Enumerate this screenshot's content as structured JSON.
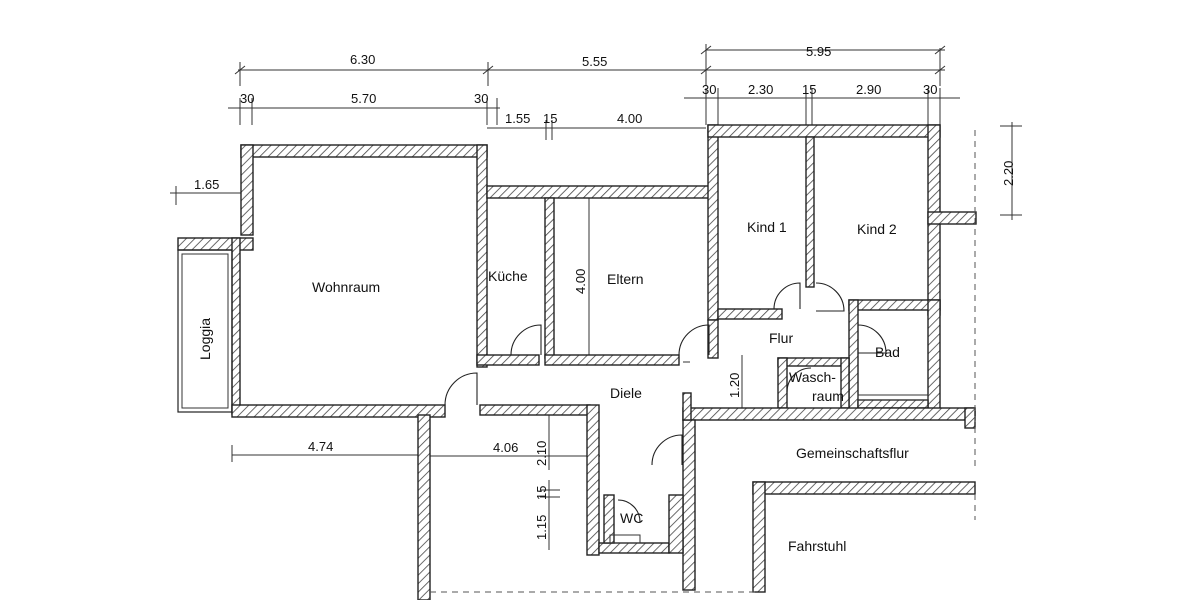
{
  "rooms": {
    "wohnraum": "Wohnraum",
    "kueche": "Küche",
    "eltern": "Eltern",
    "kind1": "Kind 1",
    "kind2": "Kind 2",
    "flur": "Flur",
    "bad": "Bad",
    "wasch1": "Wasch-",
    "wasch2": "raum",
    "diele": "Diele",
    "wc": "WC",
    "loggia": "Loggia",
    "gemeinschaftsflur": "Gemeinschaftsflur",
    "fahrstuhl": "Fahrstuhl"
  },
  "dimensions": {
    "d_6_30": "6.30",
    "d_5_55": "5.55",
    "d_5_95": "5.95",
    "d_30_a": "30",
    "d_5_70": "5.70",
    "d_30_b": "30",
    "d_30_c": "30",
    "d_2_30": "2.30",
    "d_15_a": "15",
    "d_2_90": "2.90",
    "d_30_d": "30",
    "d_1_55": "1.55",
    "d_15_b": "15",
    "d_4_00_h": "4.00",
    "d_2_20": "2.20",
    "d_1_65": "1.65",
    "d_4_00_v": "4.00",
    "d_1_20": "1.20",
    "d_4_74": "4.74",
    "d_4_06": "4.06",
    "d_2_10": "2.10",
    "d_1_15": "1.15",
    "d_15_c": "15"
  }
}
